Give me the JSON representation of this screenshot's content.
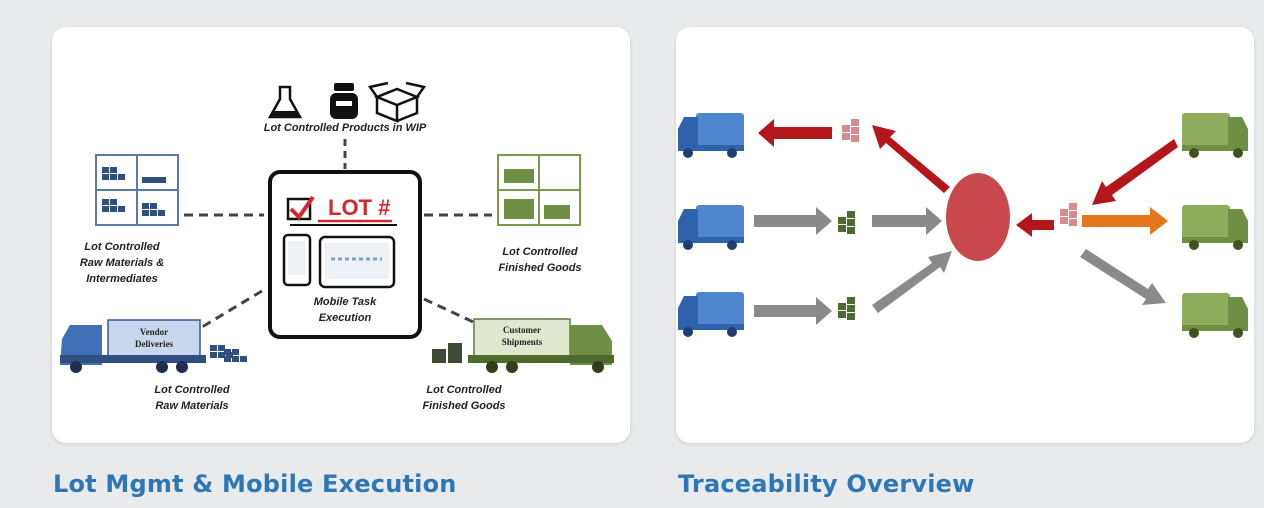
{
  "cards": [
    {
      "caption": "Lot Mgmt & Mobile Execution",
      "labels": {
        "wip": "Lot Controlled Products in WIP",
        "raw_inter_1": "Lot Controlled",
        "raw_inter_2": "Raw Materials &",
        "raw_inter_3": "Intermediates",
        "finished_1": "Lot Controlled",
        "finished_2": "Finished Goods",
        "raw_1": "Lot Controlled",
        "raw_2": "Raw Materials",
        "finished_ship_1": "Lot Controlled",
        "finished_ship_2": "Finished Goods",
        "lot_number": "LOT #",
        "mobile_1": "Mobile Task",
        "mobile_2": "Execution",
        "vendor_1": "Vendor",
        "vendor_2": "Deliveries",
        "customer_1": "Customer",
        "customer_2": "Shipments"
      }
    },
    {
      "caption": "Traceability Overview"
    }
  ],
  "colors": {
    "caption": "#2d77b6",
    "blue_truck": "#3f6fb7",
    "green_truck": "#7a9a4e",
    "red_arrow": "#b3161b",
    "gray_arrow": "#8a8a8a",
    "orange_arrow": "#e4771b",
    "hub": "#c9484e"
  }
}
